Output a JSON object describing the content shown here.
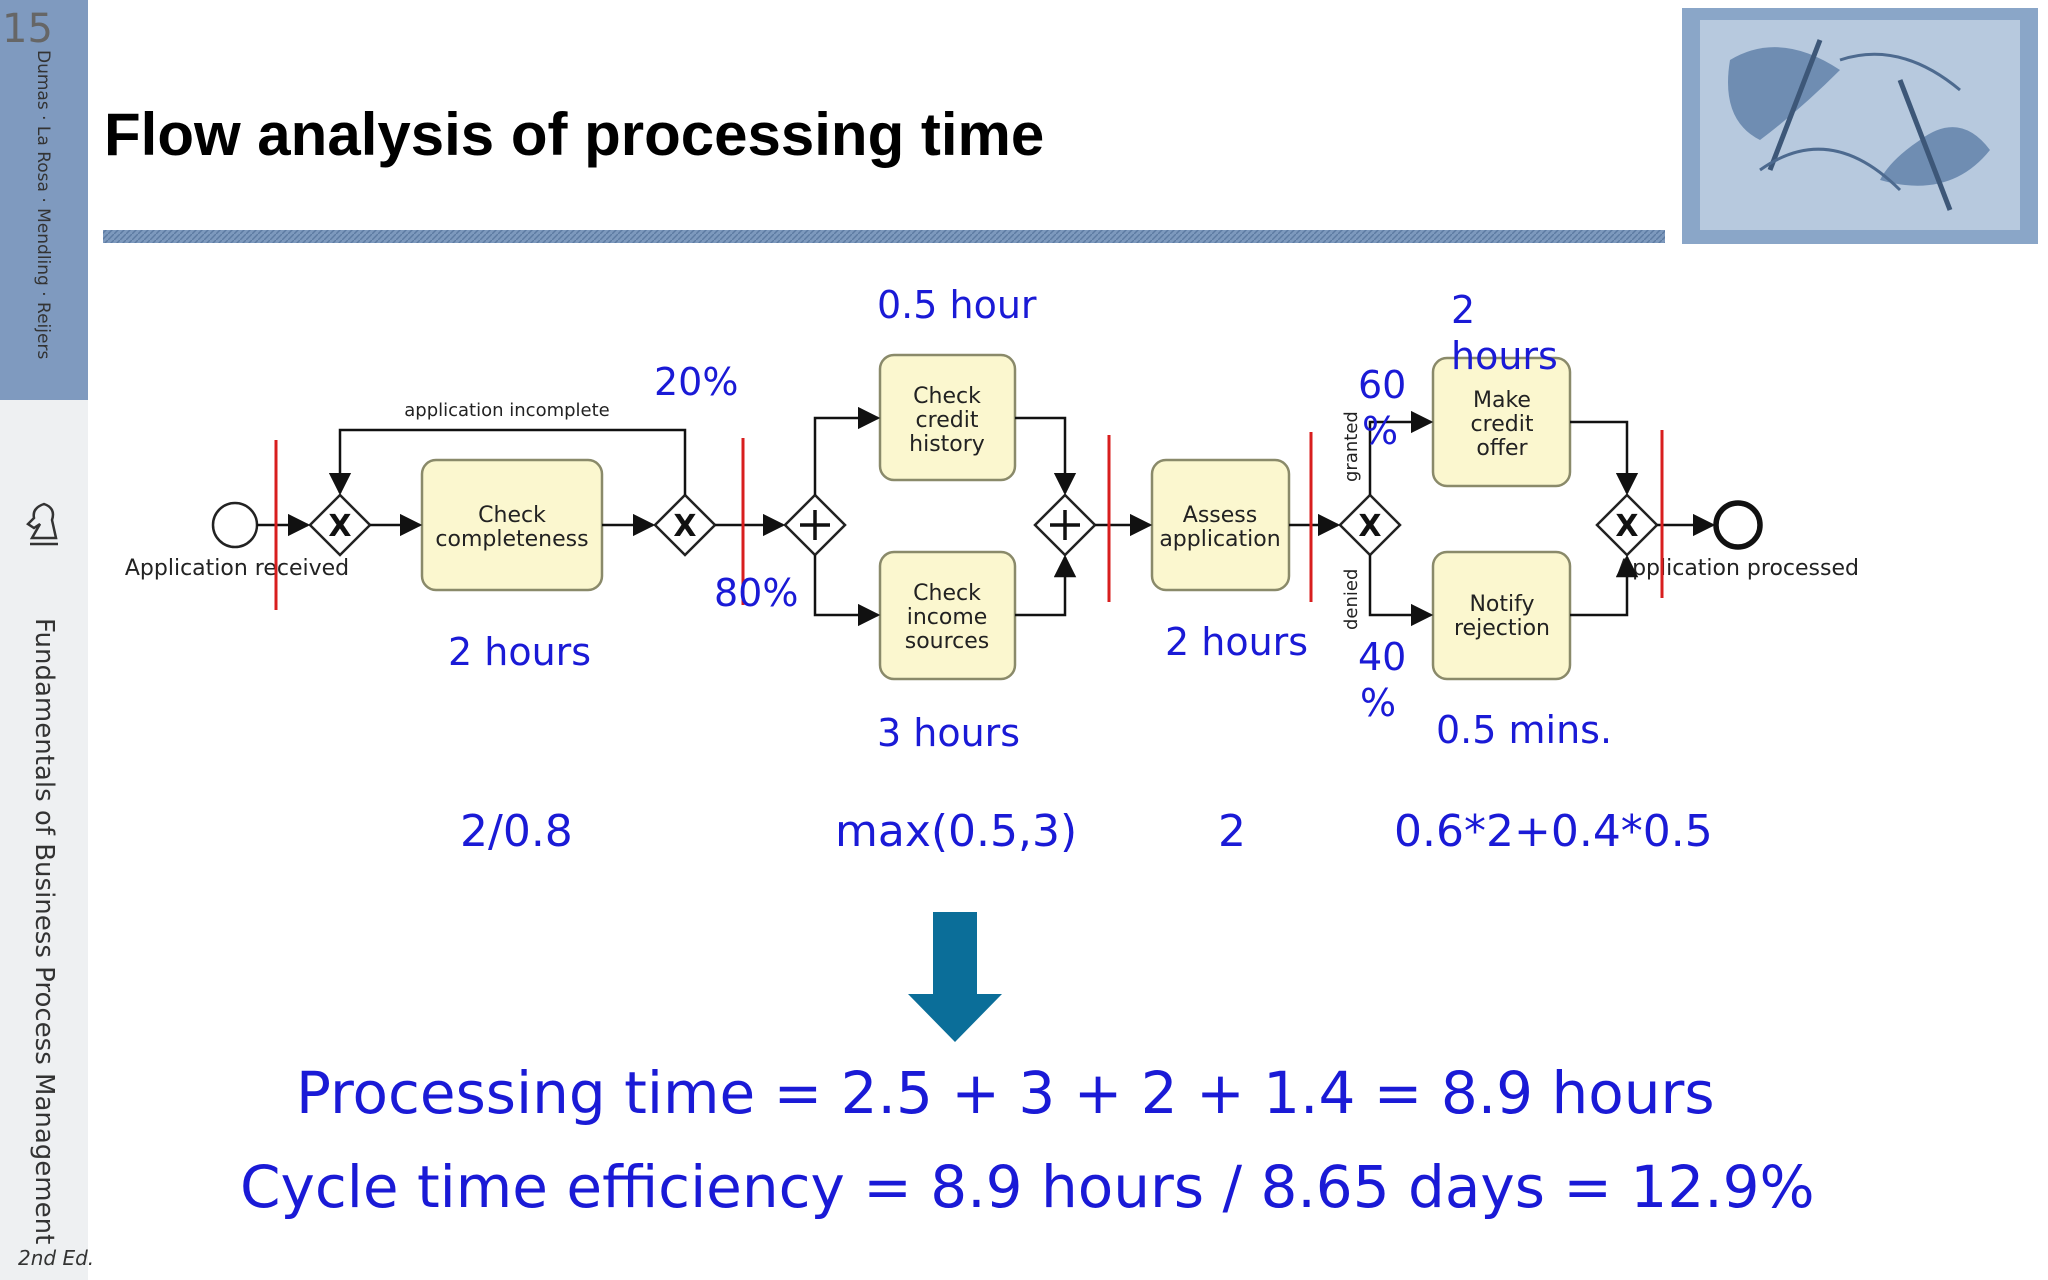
{
  "slide": {
    "page_number": "15",
    "title": "Flow analysis of processing time",
    "sidebar_authors": "Dumas · La Rosa · Mendling · Reijers",
    "sidebar_book": "Fundamentals of Business Process Management",
    "sidebar_edition": "2nd Ed."
  },
  "diagram": {
    "start_event": "Application received",
    "end_event": "Application processed",
    "loop_label": "application incomplete",
    "granted_label": "granted",
    "denied_label": "denied",
    "tasks": {
      "check_completeness": [
        "Check",
        "completeness"
      ],
      "check_credit": [
        "Check",
        "credit",
        "history"
      ],
      "check_income": [
        "Check",
        "income",
        "sources"
      ],
      "assess": [
        "Assess",
        "application"
      ],
      "make_offer": [
        "Make",
        "credit",
        "offer"
      ],
      "notify": [
        "Notify",
        "rejection"
      ]
    }
  },
  "annotations": {
    "credit_time": "0.5 hour",
    "offer_time_1": "2",
    "offer_time_2": "hours",
    "pct_20": "20%",
    "pct_80": "80%",
    "pct_60_1": "60",
    "pct_60_2": "%",
    "pct_40_1": "40",
    "pct_40_2": "%",
    "completeness_time": "2 hours",
    "assess_time": "2 hours",
    "income_time": "3 hours",
    "notify_time": "0.5 mins.",
    "formula_1": "2/0.8",
    "formula_2": "max(0.5,3)",
    "formula_3": "2",
    "formula_4": "0.6*2+0.4*0.5"
  },
  "results": {
    "processing_time": "Processing time = 2.5 + 3 + 2 + 1.4  = 8.9 hours",
    "cycle_efficiency": "Cycle time efficiency = 8.9 hours / 8.65 days = 12.9%"
  },
  "colors": {
    "annotation_blue": "#1a1ad6",
    "arrow_blue": "#0b6e99",
    "cut_red": "#d81e1e",
    "banner_blue": "#6f8fb4"
  },
  "icons": [
    "knight-chess-icon",
    "arrow-down-icon",
    "drawing-hands-image"
  ]
}
